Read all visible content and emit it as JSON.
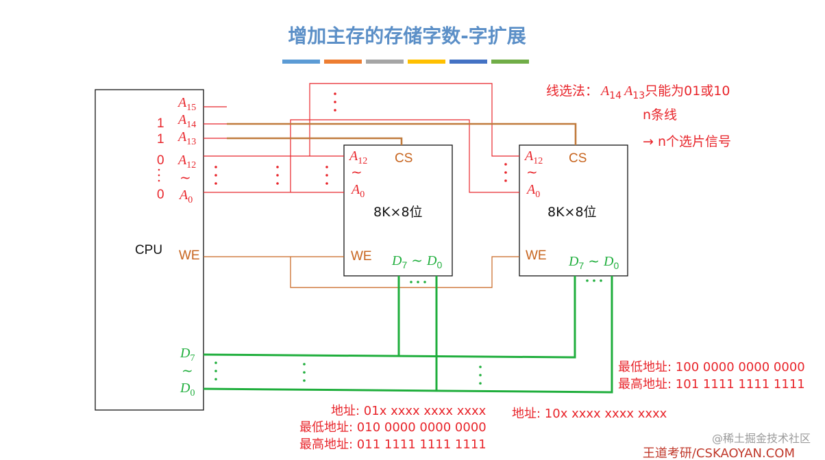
{
  "title": "增加主存的存储字数-字扩展",
  "color_bar": [
    "#5b9bd5",
    "#ed7d31",
    "#a5a5a5",
    "#ffc000",
    "#4472c4",
    "#70ad47"
  ],
  "cpu": {
    "label": "CPU",
    "address_bits": [
      {
        "name": "A",
        "sub": "15",
        "value": ""
      },
      {
        "name": "A",
        "sub": "14",
        "value": "1"
      },
      {
        "name": "A",
        "sub": "13",
        "value": "1"
      },
      {
        "name": "A",
        "sub": "12",
        "value": "0"
      },
      {
        "name": "A",
        "sub": "0",
        "value": "0"
      }
    ],
    "we_label": "WE",
    "data_high": {
      "name": "D",
      "sub": "7"
    },
    "data_low": {
      "name": "D",
      "sub": "0"
    },
    "tilde": "~"
  },
  "chips": [
    {
      "addr_high": {
        "name": "A",
        "sub": "12"
      },
      "addr_low": {
        "name": "A",
        "sub": "0"
      },
      "cs_label": "CS",
      "capacity": "8K×8位",
      "we_label": "WE",
      "data_range": {
        "hi": "D",
        "hi_sub": "7",
        "tilde": "~",
        "lo": "D",
        "lo_sub": "0"
      }
    },
    {
      "addr_high": {
        "name": "A",
        "sub": "12"
      },
      "addr_low": {
        "name": "A",
        "sub": "0"
      },
      "cs_label": "CS",
      "capacity": "8K×8位",
      "we_label": "WE",
      "data_range": {
        "hi": "D",
        "hi_sub": "7",
        "tilde": "~",
        "lo": "D",
        "lo_sub": "0"
      }
    }
  ],
  "note": {
    "line1_prefix": "线选法：",
    "line1_a14": {
      "name": "A",
      "sub": "14"
    },
    "line1_a13": {
      "name": "A",
      "sub": "13"
    },
    "line1_suffix": "只能为01或10",
    "line2": "n条线",
    "line3": "→ n个选片信号"
  },
  "chip1_addresses": {
    "address": "地址: 01x xxxx xxxx xxxx",
    "lowest": "最低地址: 010 0000 0000 0000",
    "highest": "最高地址: 011 1111 1111 1111"
  },
  "chip2_addresses": {
    "address": "地址: 10x xxxx xxxx xxxx",
    "lowest": "最低地址: 100 0000 0000 0000",
    "highest": "最高地址: 101 1111 1111 1111"
  },
  "watermark": "@稀土掘金技术社区",
  "brand": "王道考研/CSKAOYAN.COM"
}
